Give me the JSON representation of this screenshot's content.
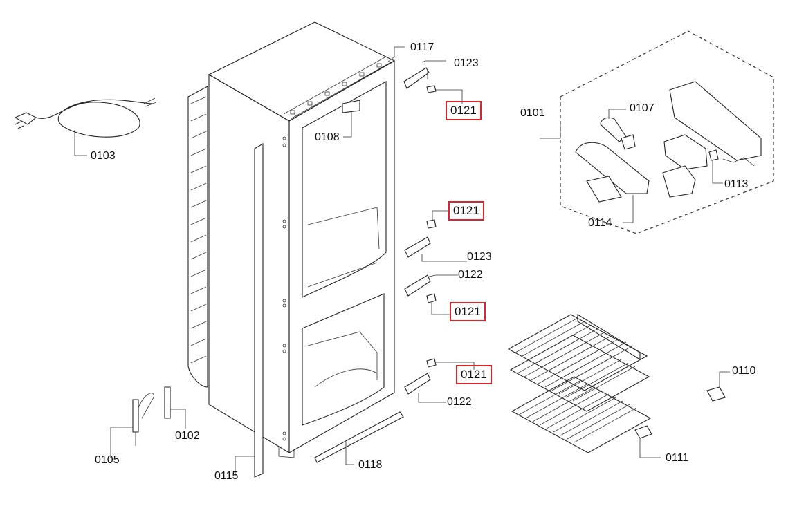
{
  "labels": {
    "p0101": "0101",
    "p0102": "0102",
    "p0103": "0103",
    "p0105": "0105",
    "p0107": "0107",
    "p0108": "0108",
    "p0110": "0110",
    "p0111": "0111",
    "p0113": "0113",
    "p0114": "0114",
    "p0115": "0115",
    "p0117": "0117",
    "p0118": "0118",
    "p0121": "0121",
    "p0122": "0122",
    "p0123": "0123"
  },
  "highlight_color": "#d9252b"
}
